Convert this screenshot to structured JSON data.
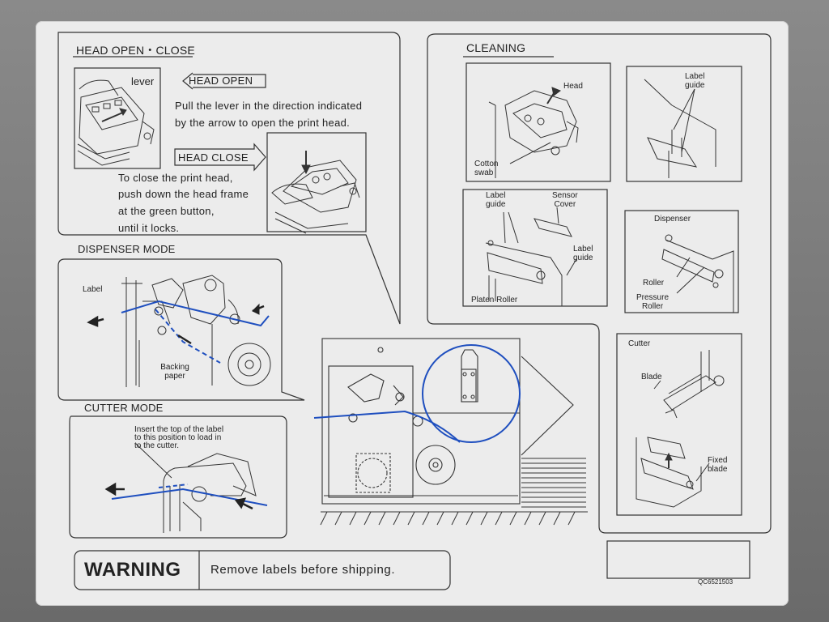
{
  "head_section": {
    "title": "HEAD OPEN・CLOSE",
    "lever_label": "lever",
    "open_tag": "HEAD OPEN",
    "open_text_line1": "Pull the lever in the direction indicated",
    "open_text_line2": "by the arrow to open the print head.",
    "close_tag": "HEAD CLOSE",
    "close_text_line1": "To close the print head,",
    "close_text_line2": "push down the head frame",
    "close_text_line3": "at the green button,",
    "close_text_line4": "until it locks."
  },
  "dispenser_section": {
    "title": "DISPENSER MODE",
    "label": "Label",
    "backing_paper_line1": "Backing",
    "backing_paper_line2": "paper"
  },
  "cutter_mode_section": {
    "title": "CUTTER MODE",
    "instruction_line1": "Insert the top of the label",
    "instruction_line2": "to this position to load in",
    "instruction_line3": "to the cutter."
  },
  "cleaning_section": {
    "title": "CLEANING",
    "head": "Head",
    "cotton_swab_line1": "Cotton",
    "cotton_swab_line2": "swab",
    "label_guide_line1": "Label",
    "label_guide_line2": "guide",
    "sensor_cover_line1": "Sensor",
    "sensor_cover_line2": "Cover",
    "platen_roller": "Platen Roller",
    "dispenser": "Dispenser",
    "roller": "Roller",
    "pressure_roller_line1": "Pressure",
    "pressure_roller_line2": "Roller",
    "cutter": "Cutter",
    "blade": "Blade",
    "fixed_blade_line1": "Fixed",
    "fixed_blade_line2": "blade"
  },
  "warning": {
    "label": "WARNING",
    "text": "Remove labels before shipping."
  },
  "part_number": "QC6521503",
  "colors": {
    "sticker": "#ececec",
    "line": "#333333",
    "accent_blue": "#1f4fbf",
    "background": "#787878"
  }
}
